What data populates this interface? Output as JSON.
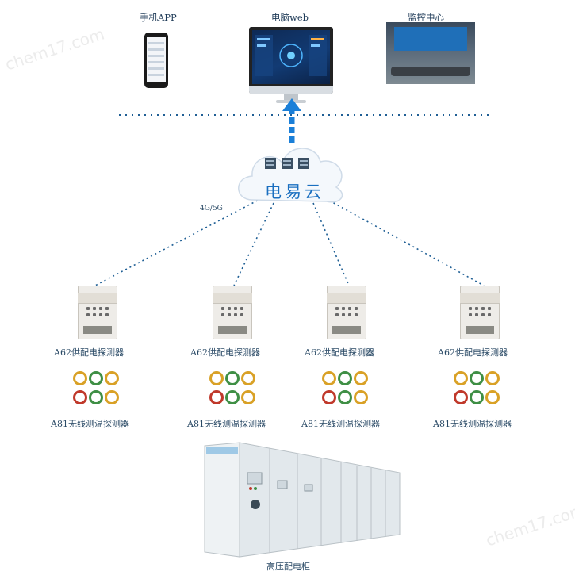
{
  "top": {
    "app_label": "手机APP",
    "web_label": "电脑web",
    "monitor_label": "监控中心"
  },
  "cloud": {
    "label": "电易云"
  },
  "link": {
    "label": "4G/5G"
  },
  "devices": [
    {
      "label": "A62供配电探测器",
      "sensor_label": "A81无线测温探测器"
    },
    {
      "label": "A62供配电探测器",
      "sensor_label": "A81无线测温探测器"
    },
    {
      "label": "A62供配电探测器",
      "sensor_label": "A81无线测温探测器"
    },
    {
      "label": "A62供配电探测器",
      "sensor_label": "A81无线测温探测器"
    }
  ],
  "cabinet": {
    "label": "高压配电柜"
  },
  "watermark": "chem17.com",
  "colors": {
    "accent": "#1a6fc0",
    "line": "#1f5f95",
    "text": "#2a4a66"
  }
}
